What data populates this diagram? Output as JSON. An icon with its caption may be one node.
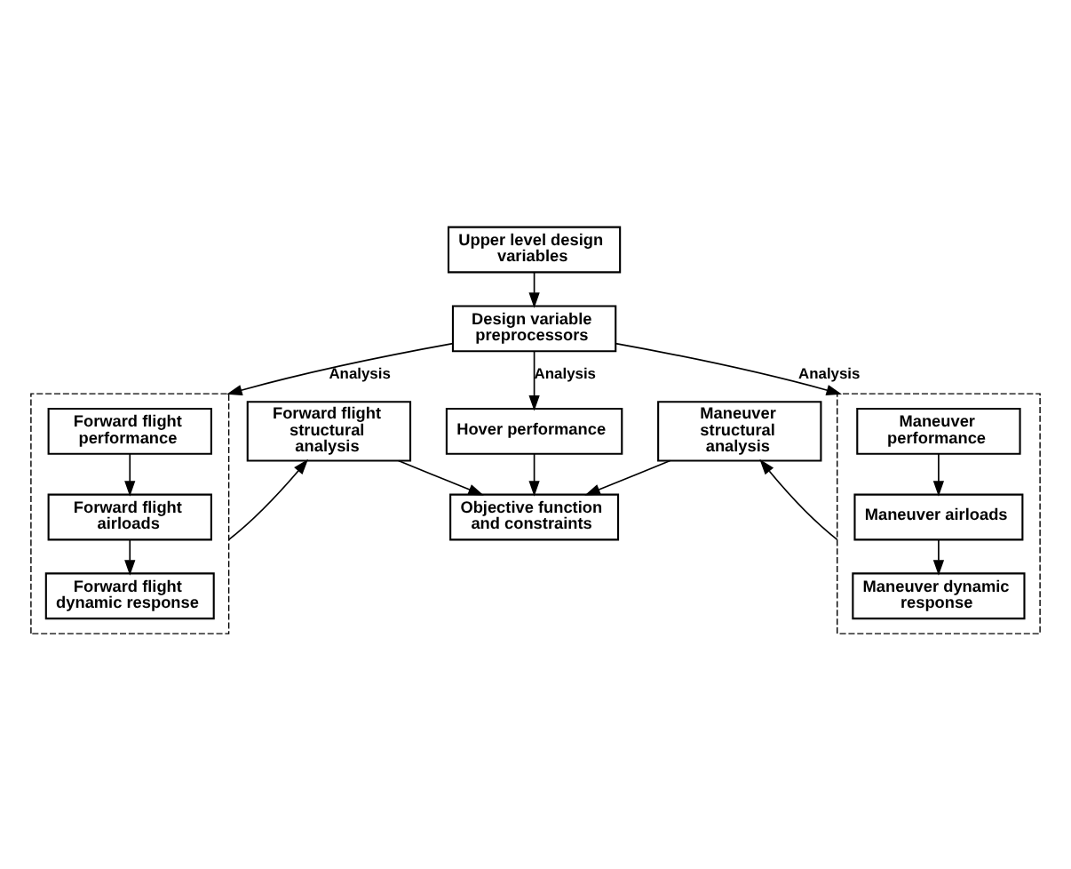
{
  "diagram": {
    "nodes": [
      {
        "text": [
          "Upper level design variables"
        ]
      },
      {
        "text": [
          "Design variable preprocessors"
        ]
      },
      {
        "text": [],
        "shape": "box"
      },
      {
        "text": [
          "Forward flight performance"
        ],
        "in": 2
      },
      {
        "text": [
          "Forward flight airloads"
        ],
        "in": 2
      },
      {
        "text": [
          "Forward flight dynamic response"
        ],
        "in": 2
      },
      {
        "text": [
          "Hover performance"
        ]
      },
      {
        "text": [],
        "shape": "box"
      },
      {
        "text": [
          "Maneuver performance"
        ],
        "in": 7
      },
      {
        "text": [
          "Maneuver airloads"
        ],
        "in": 7
      },
      {
        "text": [
          "Maneuver dynamic response"
        ],
        "in": 7
      },
      {
        "text": [
          "Forward flight structural analysis"
        ]
      },
      {
        "text": [
          "Maneuver structural analysis"
        ]
      },
      {
        "text": [
          "Objective function and constraints"
        ]
      }
    ],
    "edges": [
      {
        "from": 0,
        "to": 1,
        "arrow": "to"
      },
      {
        "from": 1,
        "to": 2,
        "arrow": "to",
        "label": "Analysis"
      },
      {
        "from": 1,
        "to": 6,
        "arrow": "to",
        "label": "Analysis"
      },
      {
        "from": 1,
        "to": 7,
        "arrow": "to",
        "label": "Analysis"
      },
      {
        "from": 3,
        "to": 4,
        "arrow": "to"
      },
      {
        "from": 4,
        "to": 5,
        "arrow": "to"
      },
      {
        "from": 8,
        "to": 9,
        "arrow": "to"
      },
      {
        "from": 9,
        "to": 10,
        "arrow": "to"
      },
      {
        "from": 2,
        "to": 11,
        "arrow": "to"
      },
      {
        "from": 7,
        "to": 12,
        "arrow": "to"
      },
      {
        "from": 11,
        "to": 13,
        "arrow": "to"
      },
      {
        "from": 6,
        "to": 13,
        "arrow": "to"
      },
      {
        "from": 12,
        "to": 13,
        "arrow": "to"
      }
    ]
  }
}
